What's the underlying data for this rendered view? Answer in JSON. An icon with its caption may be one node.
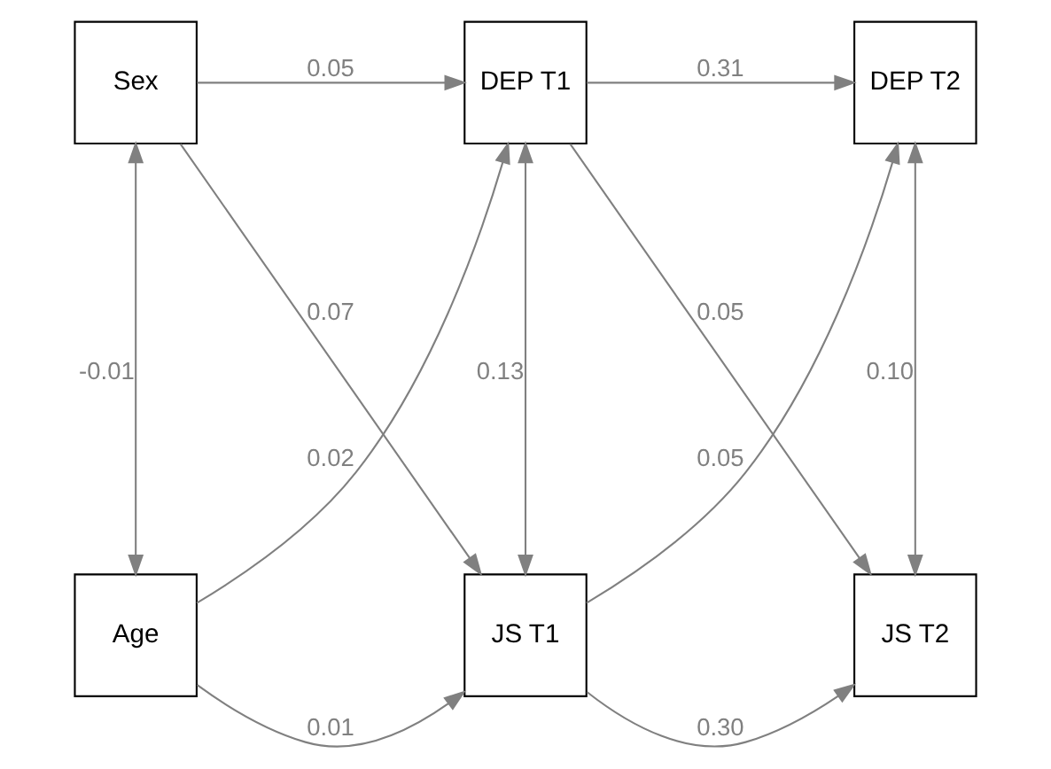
{
  "diagram": {
    "nodes": [
      {
        "text": [
          "Sex"
        ]
      },
      {
        "text": [
          "DEP T1"
        ]
      },
      {
        "text": [
          "DEP T2"
        ]
      },
      {
        "text": [
          "Age"
        ]
      },
      {
        "text": [
          "JS T1"
        ]
      },
      {
        "text": [
          "JS T2"
        ]
      }
    ],
    "edges": [
      {
        "from": 0,
        "to": 1,
        "arrow": "to",
        "label": "0.05"
      },
      {
        "from": 1,
        "to": 2,
        "arrow": "to",
        "label": "0.31"
      },
      {
        "from": 0,
        "to": 4,
        "arrow": "to",
        "label": "0.07"
      },
      {
        "from": 3,
        "to": 1,
        "arrow": "to",
        "label": "0.02"
      },
      {
        "from": 0,
        "to": 3,
        "arrow": "both",
        "label": "-0.01"
      },
      {
        "from": 1,
        "to": 4,
        "arrow": "both",
        "label": "0.13"
      },
      {
        "from": 1,
        "to": 5,
        "arrow": "to",
        "label": "0.05"
      },
      {
        "from": 4,
        "to": 2,
        "arrow": "to",
        "label": "0.05"
      },
      {
        "from": 2,
        "to": 5,
        "arrow": "both",
        "label": "0.10"
      },
      {
        "from": 3,
        "to": 4,
        "arrow": "to",
        "label": "0.01"
      },
      {
        "from": 4,
        "to": 5,
        "arrow": "to",
        "label": "0.30"
      }
    ]
  }
}
